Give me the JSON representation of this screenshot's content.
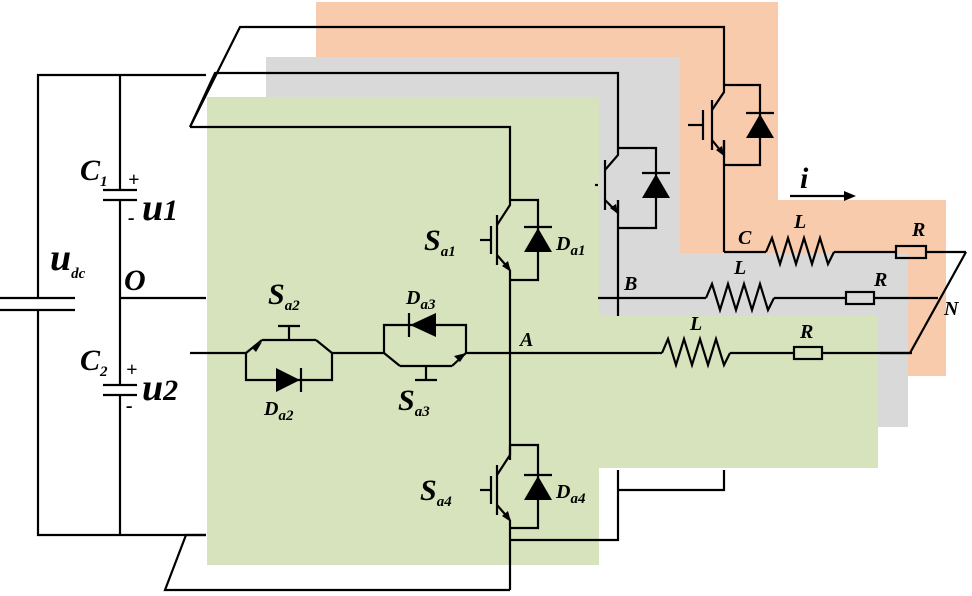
{
  "colors": {
    "phase_a_plane": "#d7e3bd",
    "phase_b_plane": "#d9d9d9",
    "phase_c_plane": "#f8cbad",
    "wire": "#000000"
  },
  "labels": {
    "udc": {
      "main": "u",
      "sub": "dc"
    },
    "c1": {
      "main": "C",
      "sub": "1"
    },
    "c2": {
      "main": "C",
      "sub": "2"
    },
    "u1": {
      "main": "u",
      "sub": "1"
    },
    "u2": {
      "main": "u",
      "sub": "2"
    },
    "plus": "+",
    "minus": "-",
    "midpoint": "O",
    "sa1": {
      "main": "S",
      "sub": "a1"
    },
    "da1": {
      "main": "D",
      "sub": "a1"
    },
    "sa2": {
      "main": "S",
      "sub": "a2"
    },
    "da2": {
      "main": "D",
      "sub": "a2"
    },
    "sa3": {
      "main": "S",
      "sub": "a3"
    },
    "da3": {
      "main": "D",
      "sub": "a3"
    },
    "sa4": {
      "main": "S",
      "sub": "a4"
    },
    "da4": {
      "main": "D",
      "sub": "a4"
    },
    "node_a": "A",
    "node_b": "B",
    "node_c": "C",
    "node_n": "N",
    "current": "i",
    "inductor": "L",
    "resistor": "R"
  }
}
